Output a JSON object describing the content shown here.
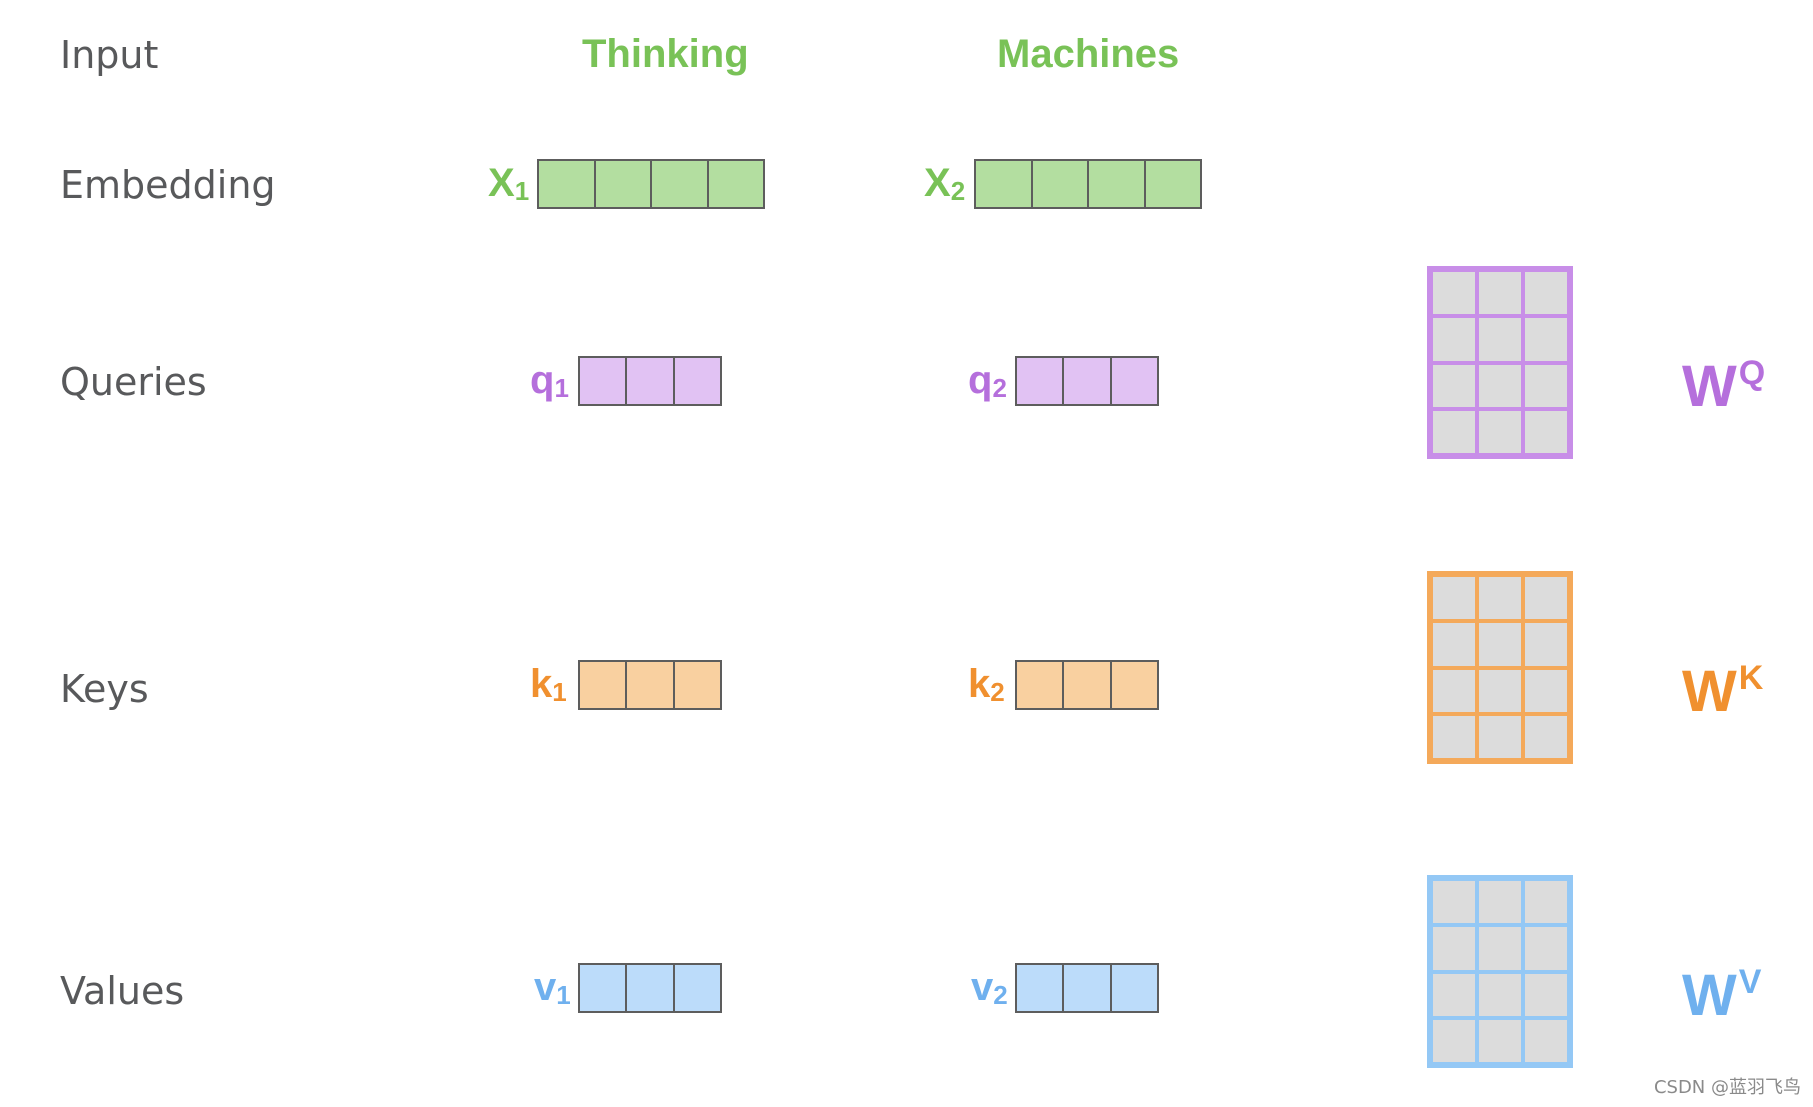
{
  "rows": {
    "input": "Input",
    "embedding": "Embedding",
    "queries": "Queries",
    "keys": "Keys",
    "values": "Values"
  },
  "words": [
    "Thinking",
    "Machines"
  ],
  "embedding_labels": [
    {
      "base": "X",
      "sub": "1"
    },
    {
      "base": "X",
      "sub": "2"
    }
  ],
  "query_labels": [
    {
      "base": "q",
      "sub": "1"
    },
    {
      "base": "q",
      "sub": "2"
    }
  ],
  "key_labels": [
    {
      "base": "k",
      "sub": "1"
    },
    {
      "base": "k",
      "sub": "2"
    }
  ],
  "value_labels": [
    {
      "base": "v",
      "sub": "1"
    },
    {
      "base": "v",
      "sub": "2"
    }
  ],
  "weights": {
    "q": {
      "base": "W",
      "sup": "Q"
    },
    "k": {
      "base": "W",
      "sup": "K"
    },
    "v": {
      "base": "W",
      "sup": "V"
    }
  },
  "dimensions": {
    "embedding_cells": 4,
    "qkv_cells": 3,
    "matrix_rows": 4,
    "matrix_cols": 3
  },
  "colors": {
    "green": "#79c257",
    "purple": "#b56fdc",
    "orange": "#f0902f",
    "blue": "#6fb0ee",
    "label_gray": "#58595b"
  },
  "watermark": "CSDN @蓝羽飞鸟"
}
